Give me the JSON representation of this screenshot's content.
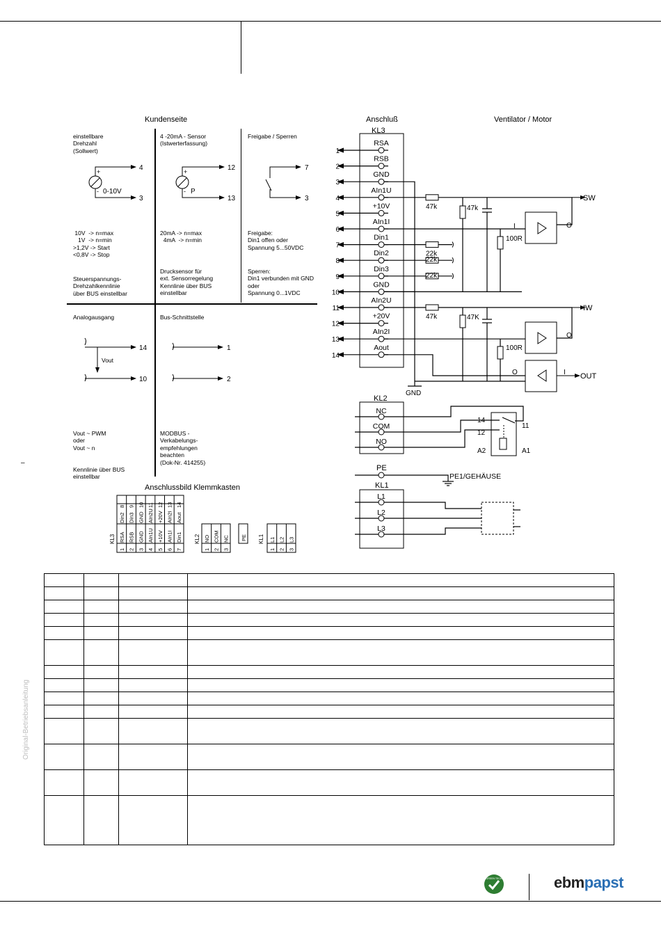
{
  "customer": {
    "heading": "Kundenseite",
    "col1_top": "einstellbare\nDrehzahl\n(Sollwert)",
    "col2_top": "4 -20mA - Sensor\n(Istwerterfassung)",
    "col3_top": "Freigabe / Sperren",
    "col1_mid": " 10V  -> n=max\n   1V  -> n=min\n>1,2V -> Start\n<0,8V -> Stop",
    "col2_mid": "20mA -> n=max\n  4mA  -> n=min",
    "col3_mid": "Freigabe:\nDin1 offen oder\nSpannung 5...50VDC",
    "col1_low": "Steuerspannungs-\nDrehzahlkennlinie\nüber BUS einstellbar",
    "col2_low": "Drucksensor für\next. Sensorregelung\nKennlinie über BUS\neinstellbar",
    "col3_low": "Sperren:\nDin1 verbunden mit GND\noder\nSpannung 0...1VDC",
    "col1_b_top": "Analogausgang",
    "col2_b_top": "Bus-Schnittstelle",
    "col1_b_low": "Vout ~ PWM\noder\nVout ~ n\n\n\nKennlinie über BUS\neinstellbar",
    "col2_b_low": "MODBUS -\nVerkabelungs-\nempfehlungen\nbeachten\n(Dok-Nr. 414255)",
    "vout_label": "Vout",
    "sig_0_10v": "0-10V",
    "sig_p": "P",
    "num_4": "4",
    "num_3": "3",
    "num_12": "12",
    "num_13": "13",
    "num_7": "7",
    "num_14": "14",
    "num_10": "10",
    "num_1": "1",
    "num_2": "2",
    "plus": "+",
    "minus": "-"
  },
  "terminal_box": {
    "title": "Anschlussbild Klemmkasten",
    "kl3_label": "KL3",
    "kl3_nums_top": [
      "8",
      "9",
      "10",
      "11",
      "12",
      "13",
      "14"
    ],
    "kl3_names_top": [
      "Din2",
      "Din3",
      "GND",
      "AIn2U",
      "+20V",
      "AIn2I",
      "Aout"
    ],
    "kl3_names_bot": [
      "RSA",
      "RSB",
      "GND",
      "AIn1U",
      "+10V",
      "AIn1I",
      "Din1"
    ],
    "kl3_nums_bot": [
      "1",
      "2",
      "3",
      "4",
      "5",
      "6",
      "7"
    ],
    "kl2_label": "KL2",
    "kl2_names": [
      "NO",
      "COM",
      "NC"
    ],
    "kl2_nums": [
      "1",
      "2",
      "3"
    ],
    "pe_label": "PE",
    "kl1_label": "KL1",
    "kl1_names": [
      "L1",
      "L2",
      "L3"
    ],
    "kl1_nums": [
      "1",
      "2",
      "3"
    ]
  },
  "connection": {
    "heading": "Anschluß",
    "kl3": "KL3",
    "pins": [
      {
        "num": "1",
        "name": "RSA"
      },
      {
        "num": "2",
        "name": "RSB"
      },
      {
        "num": "3",
        "name": "GND"
      },
      {
        "num": "4",
        "name": "AIn1U"
      },
      {
        "num": "5",
        "name": "+10V"
      },
      {
        "num": "6",
        "name": "AIn1I"
      },
      {
        "num": "7",
        "name": "Din1"
      },
      {
        "num": "8",
        "name": "Din2"
      },
      {
        "num": "9",
        "name": "Din3"
      },
      {
        "num": "10",
        "name": "GND"
      },
      {
        "num": "11",
        "name": "AIn2U"
      },
      {
        "num": "12",
        "name": "+20V"
      },
      {
        "num": "13",
        "name": "AIn2I"
      },
      {
        "num": "14",
        "name": "Aout"
      }
    ],
    "gnd": "GND",
    "kl2": "KL2",
    "kl2_pins": [
      "NC",
      "COM",
      "NO"
    ],
    "pe": "PE",
    "kl1": "KL1",
    "kl1_pins": [
      "L1",
      "L2",
      "L3"
    ]
  },
  "motor": {
    "heading": "Ventilator / Motor",
    "r_47k": "47k",
    "r_47K": "47K",
    "r_22k": "22k",
    "r_100r": "100R",
    "sw": "SW",
    "iw": "IW",
    "out": "OUT",
    "o": "O",
    "i": "I",
    "relay_14": "14",
    "relay_12": "12",
    "relay_11": "11",
    "relay_a2": "A2",
    "relay_a1": "A1",
    "pe_housing": "PE1/GEHÄUSE"
  },
  "table": {
    "row_heights": [
      18,
      18,
      18,
      18,
      18,
      36,
      18,
      18,
      18,
      18,
      36,
      36,
      36,
      70
    ]
  },
  "side_text": "Original-Betriebsanleitung",
  "left_mark": "–",
  "logo": {
    "part1": "ebm",
    "part2": "papst",
    "badge_text": "GREEN TECH"
  }
}
